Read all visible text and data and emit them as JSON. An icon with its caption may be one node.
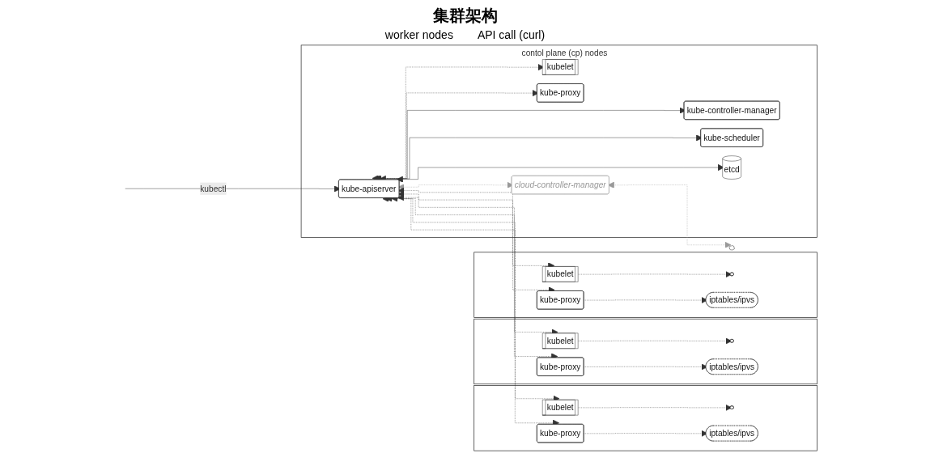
{
  "diagram": {
    "title": "集群架构",
    "nodes": [
      {
        "text": [
          "contol plane (cp) nodes"
        ]
      },
      {
        "text": [
          "kube-controller-manager"
        ],
        "in": 0
      },
      {
        "text": [
          "kube-scheduler"
        ],
        "in": 0
      },
      {
        "text": [
          "kube-apiserver"
        ],
        "in": 0
      },
      {
        "text": [
          "etcd"
        ],
        "in": 0
      },
      {
        "text": [
          "kubelet"
        ],
        "in": 0
      },
      {
        "text": [
          "kube-proxy"
        ],
        "in": 0
      },
      {
        "text": [
          "cloud-controller-manager"
        ],
        "in": 0
      },
      {
        "text": [],
        "shape": "cloud"
      },
      {
        "text": [],
        "shape": "box"
      },
      {
        "text": [
          "kubelet"
        ],
        "in": 9
      },
      {
        "text": [],
        "shape": "ellipse",
        "in": 9
      },
      {
        "text": [
          "kube-proxy"
        ],
        "in": 9
      },
      {
        "text": [
          "iptables/ipvs"
        ],
        "in": 9
      },
      {
        "text": [],
        "shape": "box"
      },
      {
        "text": [
          "kubelet"
        ],
        "in": 14
      },
      {
        "text": [],
        "shape": "ellipse",
        "in": 14
      },
      {
        "text": [
          "kube-proxy"
        ],
        "in": 14
      },
      {
        "text": [
          "iptables/ipvs"
        ],
        "in": 14
      },
      {
        "text": [],
        "shape": "box"
      },
      {
        "text": [
          "kubelet"
        ],
        "in": 19
      },
      {
        "text": [],
        "shape": "ellipse",
        "in": 19
      },
      {
        "text": [
          "kube-proxy"
        ],
        "in": 19
      },
      {
        "text": [
          "iptables/ipvs"
        ],
        "in": 19
      }
    ],
    "edges": [
      {
        "from": null,
        "to": 3,
        "arrow": "to",
        "label": "kubectl"
      },
      {
        "from": 3,
        "to": 1,
        "arrow": "both"
      },
      {
        "from": 3,
        "to": 2,
        "arrow": "both"
      },
      {
        "from": 3,
        "to": 4,
        "arrow": "both"
      },
      {
        "from": 3,
        "to": 5,
        "arrow": "both",
        "style": "dashed"
      },
      {
        "from": 3,
        "to": 6,
        "arrow": "both",
        "style": "dashed"
      },
      {
        "from": 3,
        "to": 7,
        "arrow": "both",
        "style": "dashed",
        "color": "#999999"
      },
      {
        "from": 7,
        "to": 8,
        "arrow": "both",
        "style": "dashed",
        "color": "#999999"
      },
      {
        "from": 3,
        "to": 10,
        "arrow": "both",
        "style": "dashed"
      },
      {
        "from": 3,
        "to": 12,
        "arrow": "both",
        "style": "dashed"
      },
      {
        "from": 3,
        "to": 15,
        "arrow": "both",
        "style": "dashed"
      },
      {
        "from": 3,
        "to": 17,
        "arrow": "both",
        "style": "dashed"
      },
      {
        "from": 3,
        "to": 20,
        "arrow": "both",
        "style": "dashed"
      },
      {
        "from": 3,
        "to": 22,
        "arrow": "both",
        "style": "dashed"
      },
      {
        "from": 10,
        "to": 11,
        "arrow": "to",
        "style": "dashed"
      },
      {
        "from": 12,
        "to": 13,
        "arrow": "to",
        "style": "dashed"
      },
      {
        "from": 15,
        "to": 16,
        "arrow": "to",
        "style": "dashed"
      },
      {
        "from": 17,
        "to": 18,
        "arrow": "to",
        "style": "dashed"
      },
      {
        "from": 20,
        "to": 21,
        "arrow": "to",
        "style": "dashed"
      },
      {
        "from": 22,
        "to": 23,
        "arrow": "to",
        "style": "dashed"
      }
    ],
    "labels": [
      "worker nodes",
      "API call (curl)"
    ]
  }
}
